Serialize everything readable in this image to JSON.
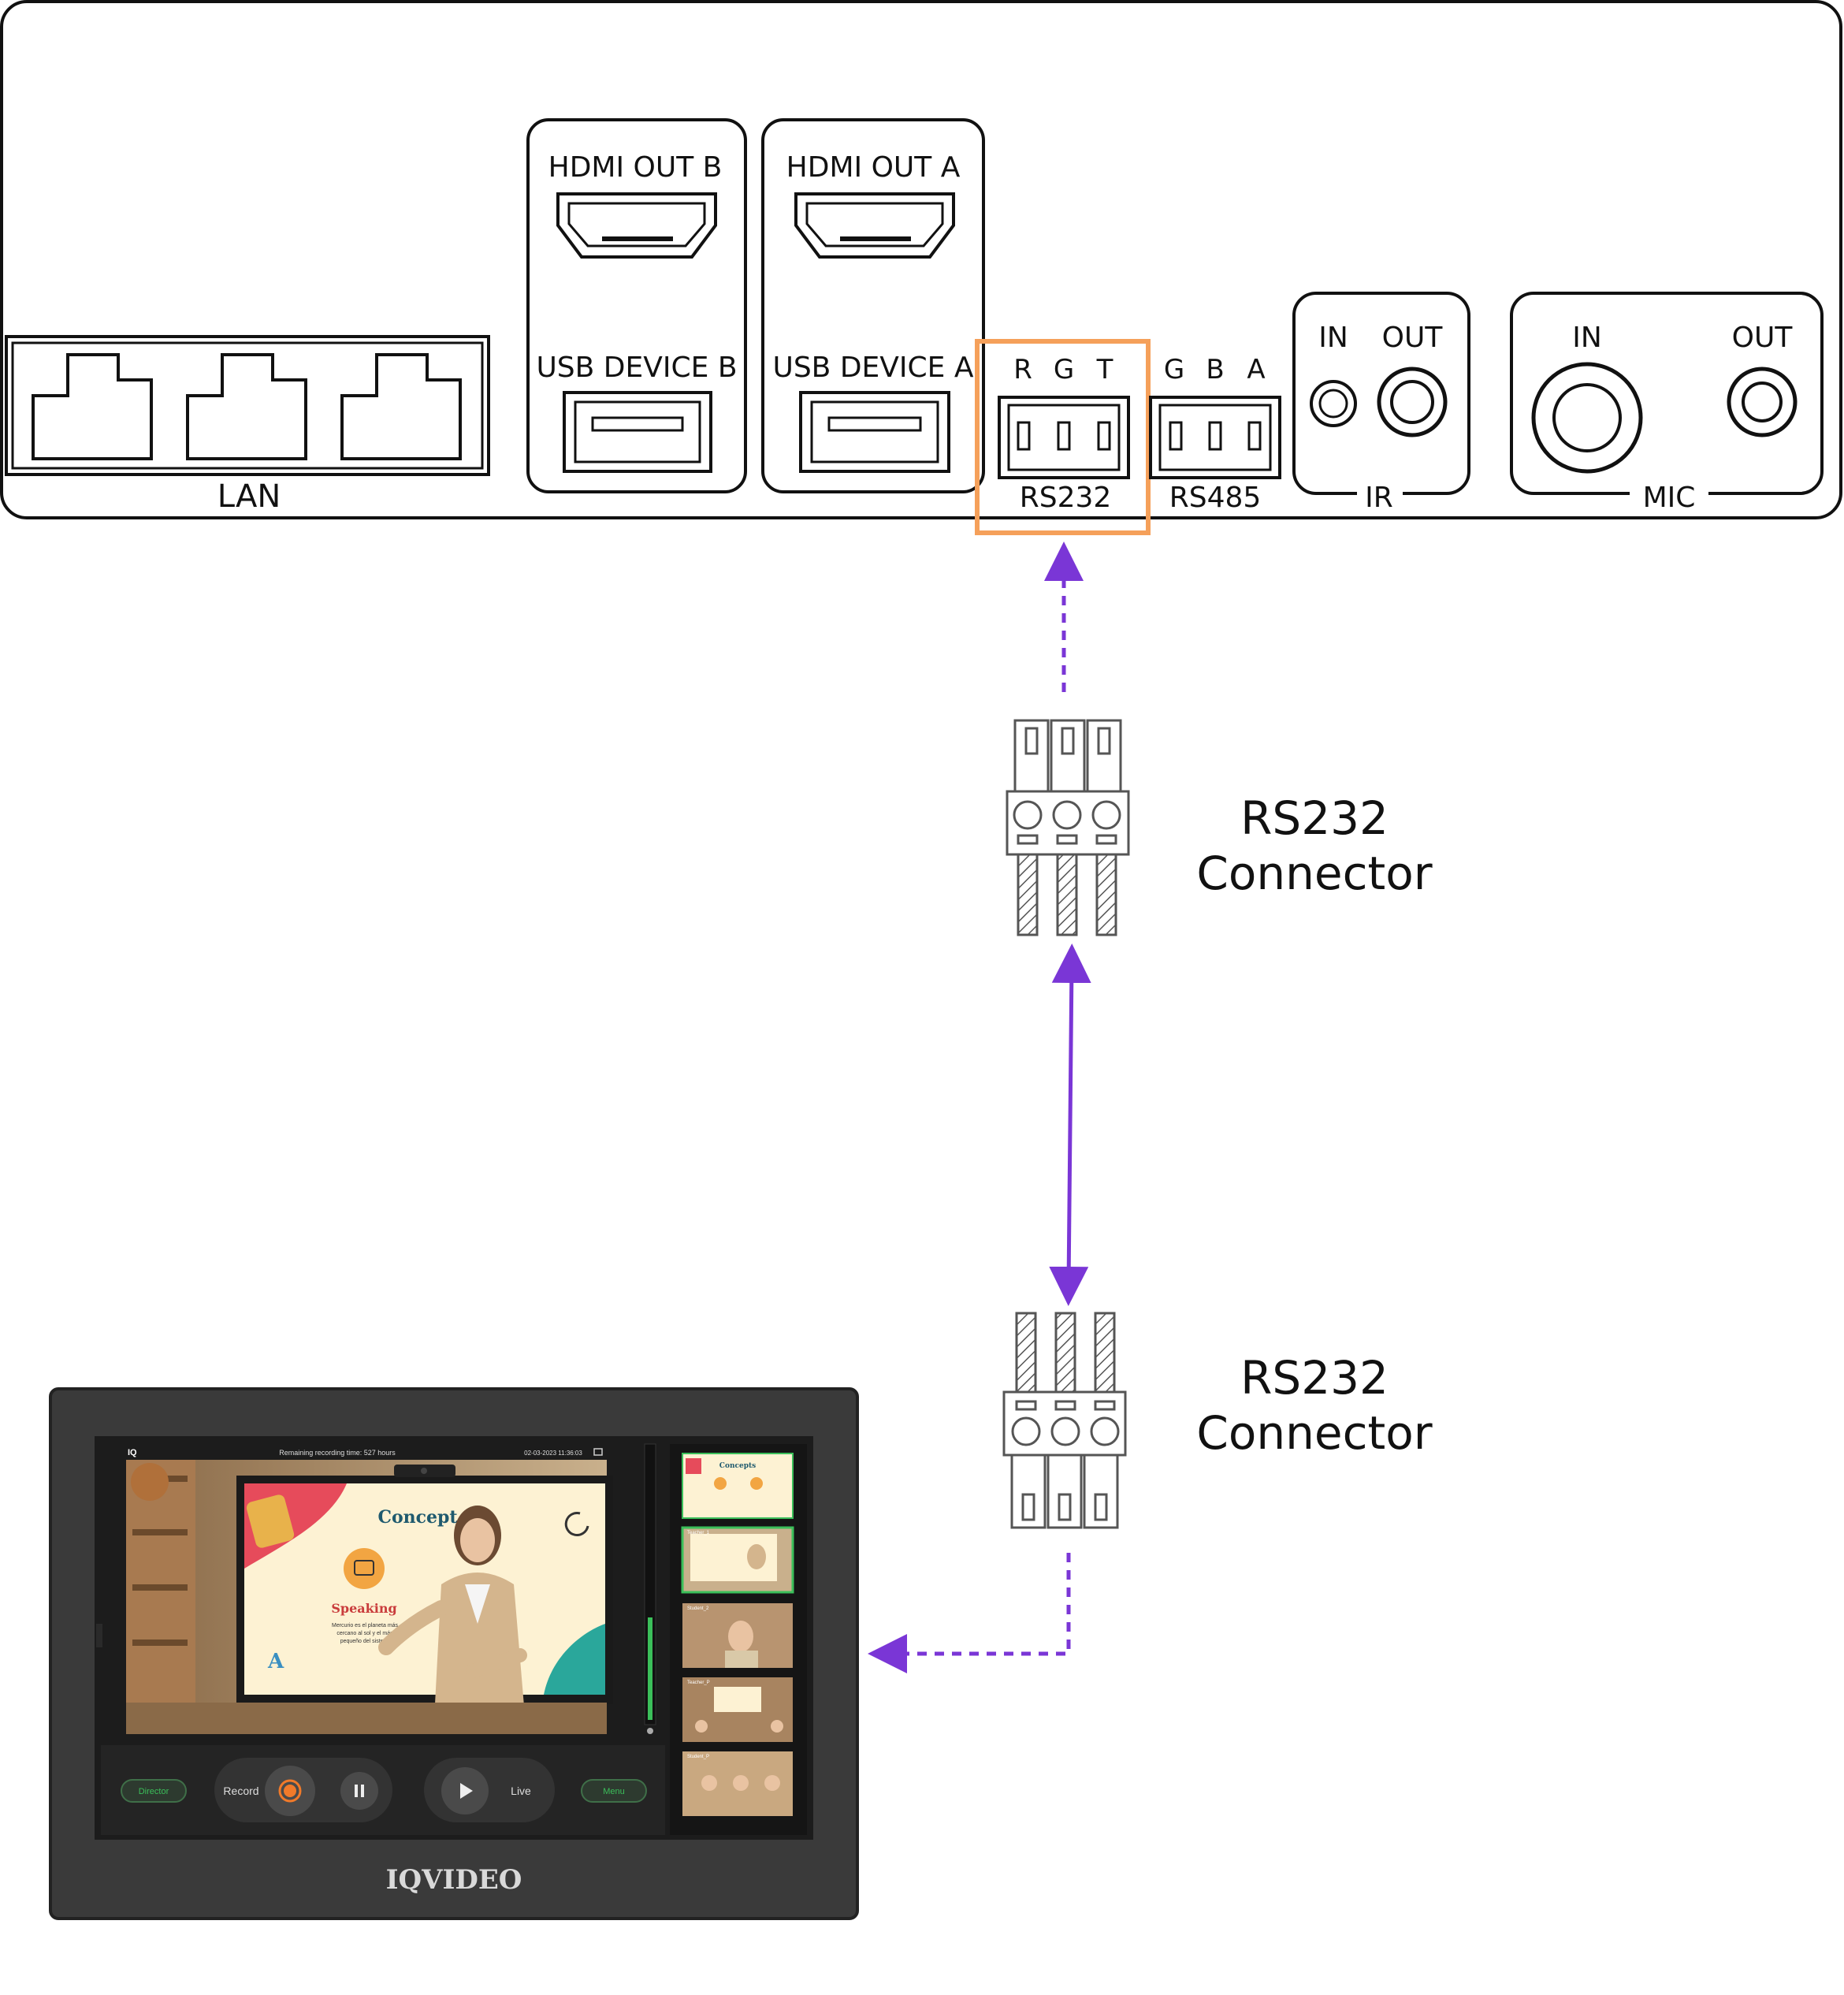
{
  "panel": {
    "lan_label": "LAN",
    "hdmi_out_b": "HDMI OUT B",
    "usb_device_b": "USB DEVICE B",
    "hdmi_out_a": "HDMI OUT A",
    "usb_device_a": "USB DEVICE A",
    "rs232_pins": [
      "R",
      "G",
      "T"
    ],
    "rs232_label": "RS232",
    "rs485_pins": [
      "G",
      "B",
      "A"
    ],
    "rs485_label": "RS485",
    "ir_in": "IN",
    "ir_out": "OUT",
    "ir_label": "IR",
    "mic_in": "IN",
    "mic_out": "OUT",
    "mic_label": "MIC"
  },
  "connectors": {
    "top": {
      "line1": "RS232",
      "line2": "Connector"
    },
    "bottom": {
      "line1": "RS232",
      "line2": "Connector"
    }
  },
  "colors": {
    "highlight": "#f5a05a",
    "arrow": "#7a36d6",
    "device_body": "#3a3a3a",
    "screen": "#1c1c1c"
  },
  "device": {
    "remaining_time": "Remaining recording time: 527 hours",
    "datetime": "02-03-2023 11:36:03",
    "logo_small": "IQ",
    "brand": "IQVIDEO",
    "slide_title": "Concept",
    "slide_subtitle": "Speaking",
    "slide_text": "Mercurio es el planeta más cercano al sol y el más pequeño del sistema",
    "btn_director": "Director",
    "btn_record": "Record",
    "btn_live": "Live",
    "btn_menu": "Menu",
    "thumbs": [
      "Concepts",
      "Teacher_1",
      "Student_2",
      "Teacher_P",
      "Student_P"
    ]
  }
}
